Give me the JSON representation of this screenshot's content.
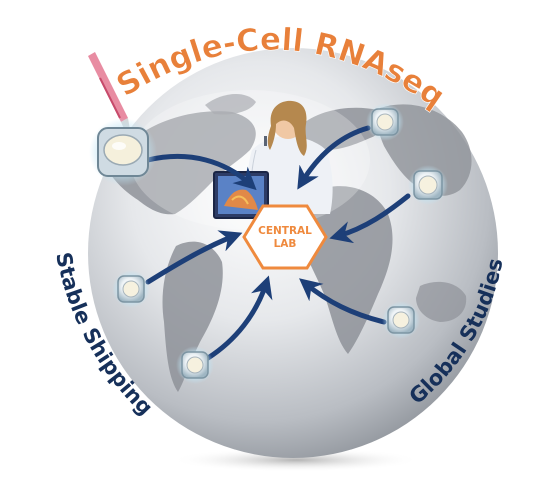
{
  "title": "Single-Cell RNAseq",
  "left_label": "Stable Shipping",
  "right_label": "Global Studies",
  "center_label_line1": "CENTRAL",
  "center_label_line2": "LAB",
  "colors": {
    "title": "#e8803a",
    "side_labels": "#16305a",
    "arrows": "#1d3f78",
    "hexagon_border": "#ef8a3e",
    "center_text": "#ef8a3e",
    "globe_ocean": "#d5d8dd",
    "globe_land": "#8e9299"
  },
  "icons": [
    "globe",
    "scientist-figure",
    "pipette-icon",
    "sample-vial-icon",
    "flow-arrow"
  ]
}
